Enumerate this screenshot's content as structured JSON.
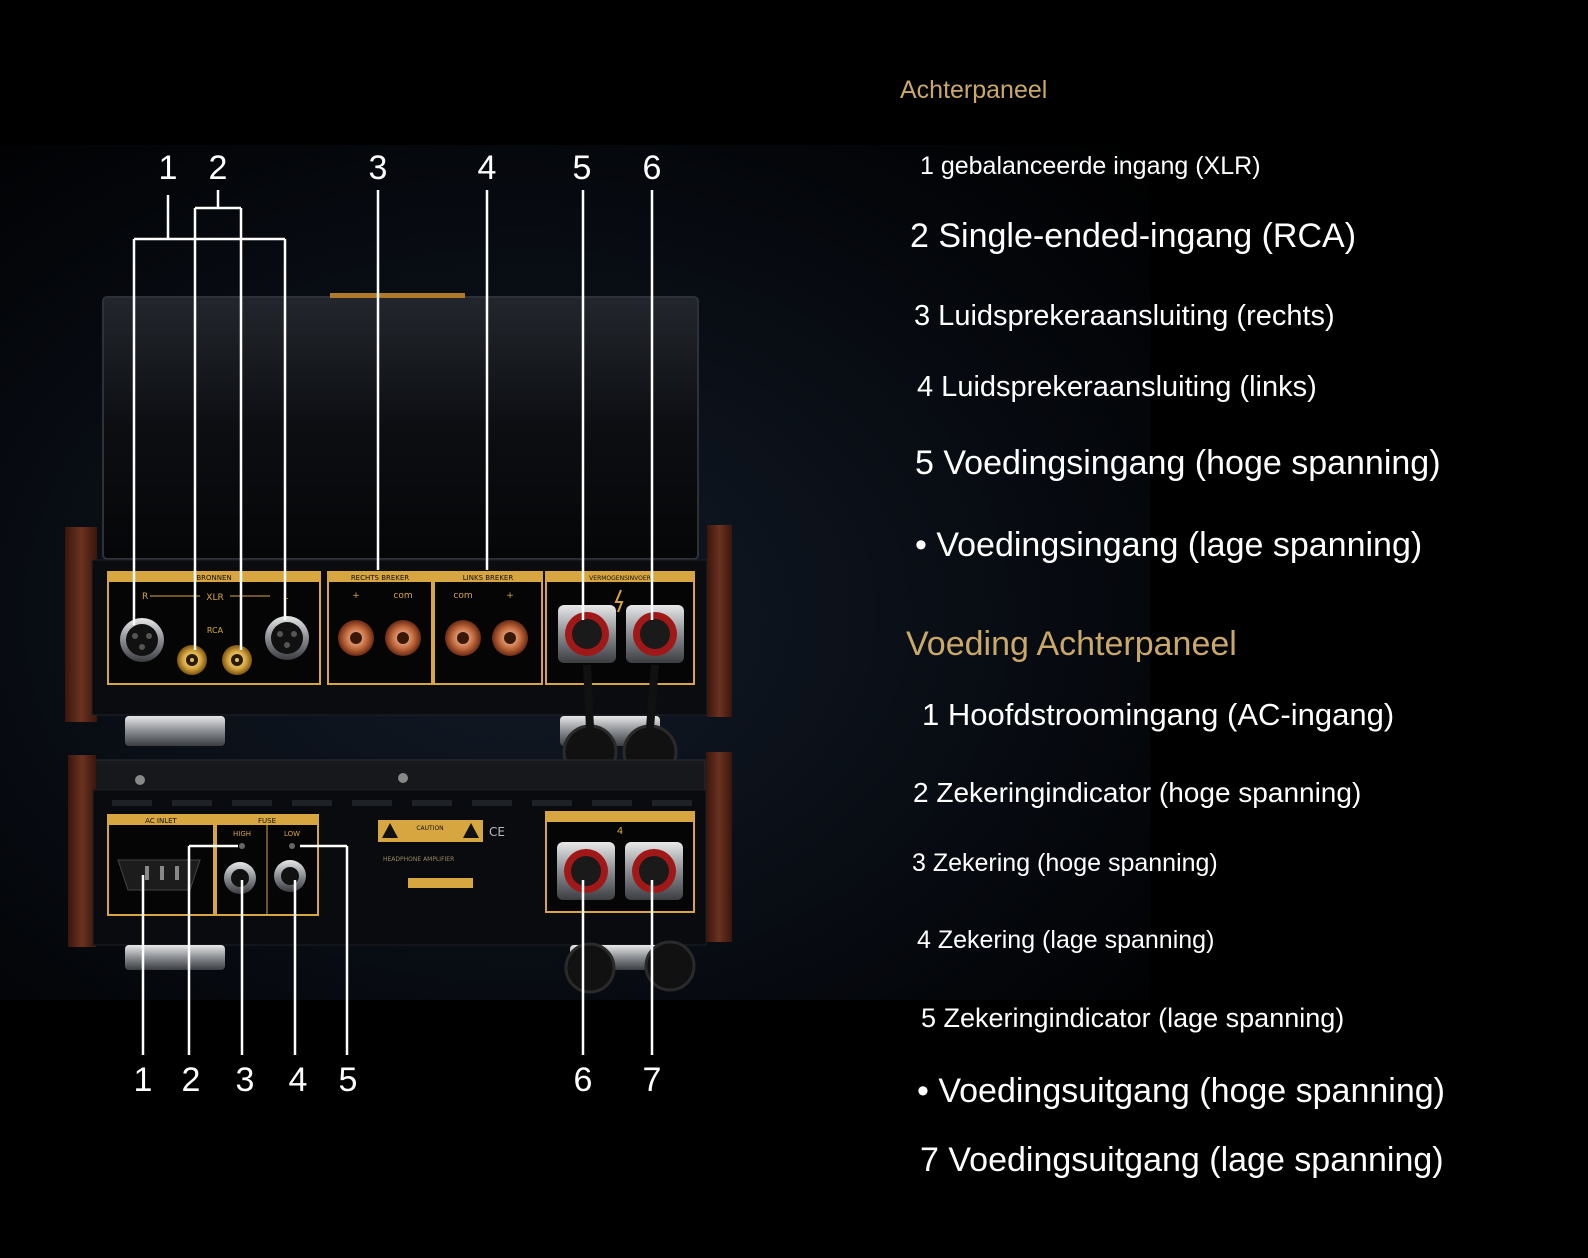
{
  "amplifier": {
    "heading": "Achterpaneel",
    "callout_numbers": [
      "1",
      "2",
      "3",
      "4",
      "5",
      "6"
    ],
    "items": [
      "1 gebalanceerde ingang (XLR)",
      "2 Single-ended-ingang (RCA)",
      "3 Luidsprekeraansluiting (rechts)",
      "4 Luidsprekeraansluiting (links)",
      "5 Voedingsingang (hoge spanning)",
      "• Voedingsingang (lage spanning)"
    ],
    "panel_labels": {
      "xlr": "XLR",
      "rca": "RCA",
      "r": "R",
      "l": "L",
      "com": "com",
      "plus": "+",
      "bronnen": "BRONNEN",
      "rechts": "RECHTS BREKER",
      "links": "LINKS BREKER",
      "voeding": "VERMOGENSINVOER"
    }
  },
  "power_supply": {
    "heading": "Voeding Achterpaneel",
    "callout_numbers": [
      "1",
      "2",
      "3",
      "4",
      "5",
      "6",
      "7"
    ],
    "items": [
      "1 Hoofdstroomingang (AC-ingang)",
      "2 Zekeringindicator (hoge spanning)",
      "3 Zekering (hoge spanning)",
      "4 Zekering (lage spanning)",
      "5 Zekeringindicator (lage spanning)",
      "• Voedingsuitgang (hoge spanning)",
      "7 Voedingsuitgang (lage spanning)"
    ],
    "panel_labels": {
      "ac_inlet": "AC INLET",
      "fuse": "FUSE",
      "high": "HIGH",
      "low": "LOW",
      "caution": "CAUTION",
      "headphone": "HEADPHONE AMPLIFIER",
      "ce": "CE",
      "four": "4"
    }
  },
  "colors": {
    "accent_gold": "#c9a86a",
    "panel_trim": "#d7a640",
    "wood": "#5a2a1a",
    "text": "#ffffff"
  }
}
